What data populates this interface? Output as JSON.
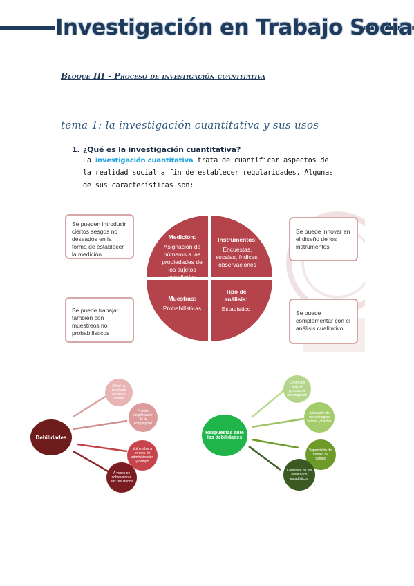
{
  "header": {
    "title": "Investigación en Trabajo Social"
  },
  "block": {
    "title": "Bloque III - Proceso de investigación cuantitativa"
  },
  "topic": {
    "title": "tema 1: la investigación cuantitativa y sus usos"
  },
  "question": {
    "number": "1.",
    "text": "¿Qué es la investigación cuantitativa?",
    "para_term": "investigación cuantitativa",
    "para_prefix": "La ",
    "para_rest": " trata de cuantificar aspectos de la realidad social a fin de establecer regularidades. Algunas de sus características son:"
  },
  "figure1": {
    "notes": {
      "top_left": "Se pueden introducir ciertos sesgos no deseados en la forma de establecer la medición",
      "top_right": "Se puede innovar en el diseño de los instrumentos",
      "bottom_left": "Se puede trabajar también con muestreos no probabilísticos",
      "bottom_right": "Se puede complementar con el análisis cualitativo"
    },
    "quadrants": {
      "tl_head": "Medición:",
      "tl_body": "Asignación de números a las propiedades de los sujetos estudiados",
      "tr_head": "Instrumentos:",
      "tr_body": "Encuestas, escalas, índices, observaciones",
      "bl_head": "Muestras:",
      "bl_body": "Probabilísticas",
      "br_head": "Tipo de análisis:",
      "br_body": "Estadístico"
    },
    "colors": {
      "quad": "#b5434b",
      "note_border": "#d7a7a7"
    }
  },
  "figure2": {
    "center": "Debilidades",
    "items": [
      "Difícil ha resultado desde el diseño",
      "Posible simplificación de la complejidad",
      "Vulnerable a errores de administración y campo",
      "A veces se sobrevaloran sus resultados"
    ],
    "colors": {
      "center": "#6e1c1c",
      "c1": "#e8b4b4",
      "c2": "#dc9a9a",
      "c3": "#c8444c",
      "c4": "#7a1c22"
    }
  },
  "figure3": {
    "center": "Respuestas ante las debilidades",
    "items": [
      "Control de todo el proceso de investigación",
      "Aplicación de metodologías válidas y fiables",
      "Supervisión del trabajo de campo",
      "Contraste de los resultados estadísticos"
    ],
    "colors": {
      "center": "#1fb54a",
      "c1": "#b5d68a",
      "c2": "#a4cc6a",
      "c3": "#6e9a2a",
      "c4": "#3a5a22"
    }
  }
}
